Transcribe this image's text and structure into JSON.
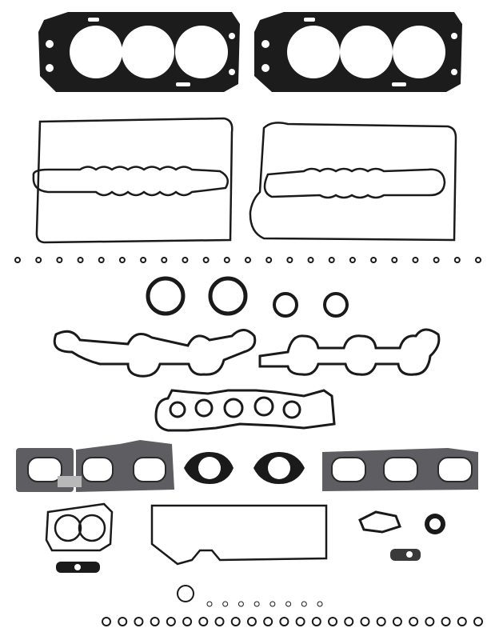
{
  "photo": {
    "background": "#ffffff",
    "colors": {
      "gasket_black": "#1a1a1a",
      "gasket_metal": "#6e6e70",
      "metal_light": "#b8b8b8"
    },
    "counts": {
      "valve_stem_seals_row1": 23,
      "valve_stem_seals_row2": 24,
      "small_orings": 8
    }
  }
}
